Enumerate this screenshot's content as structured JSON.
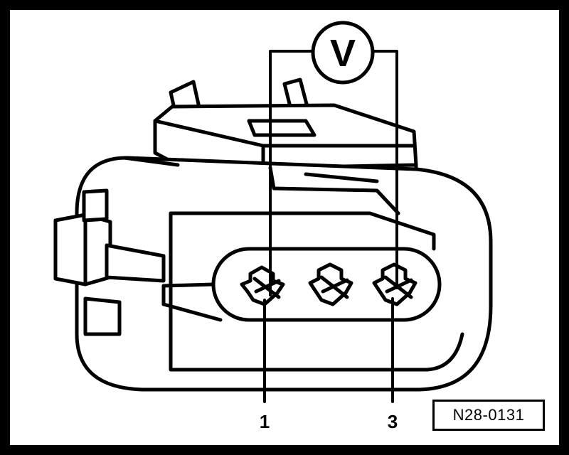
{
  "diagram": {
    "meter_symbol": "V",
    "callouts": [
      {
        "id": "pin-1",
        "text": "1"
      },
      {
        "id": "pin-3",
        "text": "3"
      }
    ],
    "reference_code": "N28-0131"
  }
}
